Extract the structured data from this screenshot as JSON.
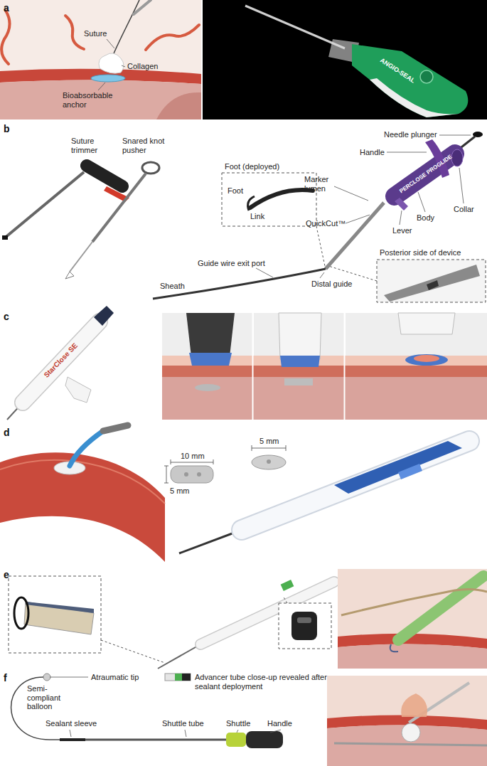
{
  "diagram": {
    "labels": [
      "a",
      "Suture",
      "Collagen",
      "Bioabsorbable anchor",
      "ANGIO-SEAL",
      "b",
      "Suture trimmer",
      "Snared knot pusher",
      "Needle plunger",
      "Handle",
      "Foot (deployed)",
      "Foot",
      "Link",
      "Marker lumen",
      "Collar",
      "Body",
      "Lever",
      "QuickCut™",
      "PERCLOSE PROGLIDE",
      "Posterior side of device",
      "Guide wire exit port",
      "Distal guide",
      "Sheath",
      "c",
      "StarClose SE",
      "d",
      "5 mm",
      "10 mm",
      "5 mm",
      "e",
      "f",
      "Atraumatic tip",
      "Semi-compliant balloon",
      "Advancer tube close-up revealed after sealant deployment",
      "Sealant sleeve",
      "Shuttle tube",
      "Shuttle",
      "Handle"
    ]
  }
}
